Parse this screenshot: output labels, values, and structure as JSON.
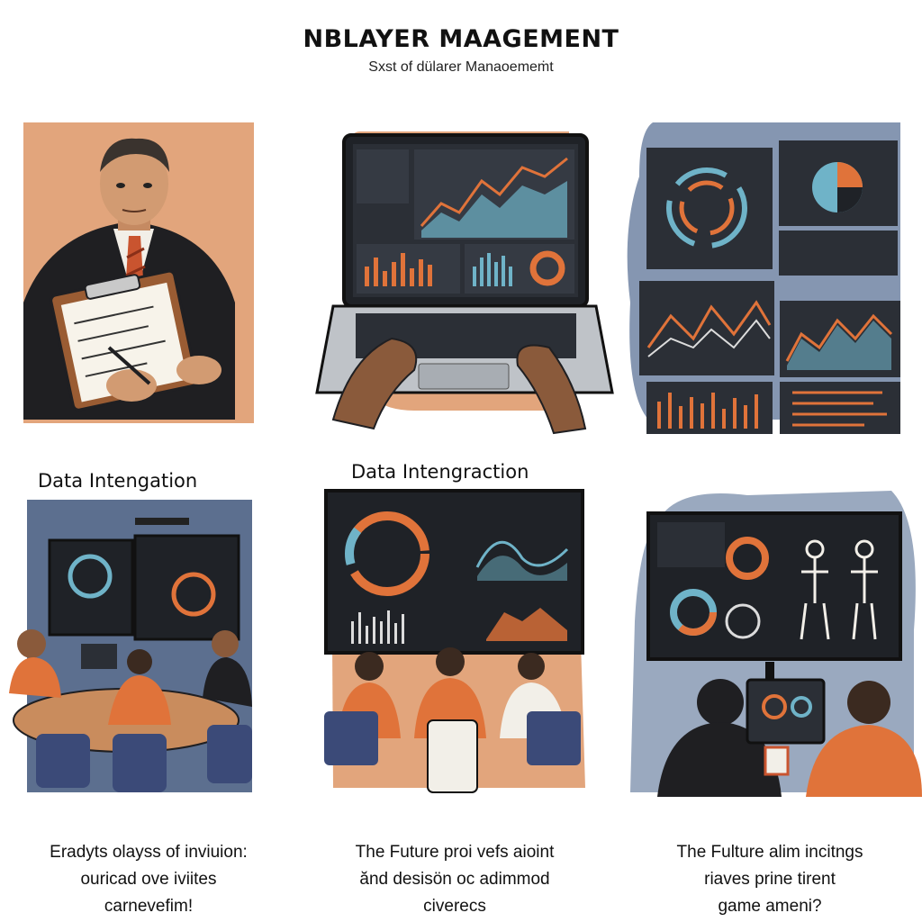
{
  "header": {
    "title": "NBLAYER MAAGEMENT",
    "subtitle": "Sxst of dülarer Manaoemeṁt"
  },
  "labels": {
    "left": "Data Intengation",
    "middle": "Data Intengraction"
  },
  "captions": [
    {
      "lines": [
        "Eradyts olayss of inviuion:",
        "ouricad ove iviites",
        "carnevefim!"
      ]
    },
    {
      "lines": [
        "The Future proi vefs aioint",
        "ănd desisön oc adimmod",
        "civerecs"
      ]
    },
    {
      "lines": [
        "The Fulture alim incitngs",
        "riaves prine tirent",
        "game ameni?"
      ]
    }
  ],
  "colors": {
    "accent_orange": "#e0733a",
    "accent_blue": "#6fb3c8",
    "screen_dark": "#2b2f36",
    "panel_tan": "#e2a57c",
    "panel_slate": "#5c6f8f",
    "panel_grey": "#9aa9bf"
  }
}
